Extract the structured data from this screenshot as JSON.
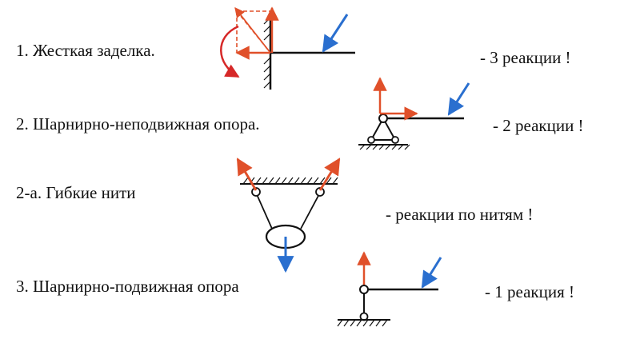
{
  "rows": [
    {
      "label": "1. Жесткая заделка.",
      "reactions": "- 3 реакции !"
    },
    {
      "label": "2. Шарнирно-неподвижная опора.",
      "reactions": "- 2 реакции !"
    },
    {
      "label": "2-а. Гибкие нити",
      "reactions": "-  реакции по нитям !"
    },
    {
      "label": "3. Шарнирно-подвижная опора",
      "reactions": "- 1 реакция !"
    }
  ],
  "colors": {
    "reaction": "#e0502a",
    "load": "#2a6fcf",
    "moment": "#d62828",
    "structure": "#111111"
  }
}
